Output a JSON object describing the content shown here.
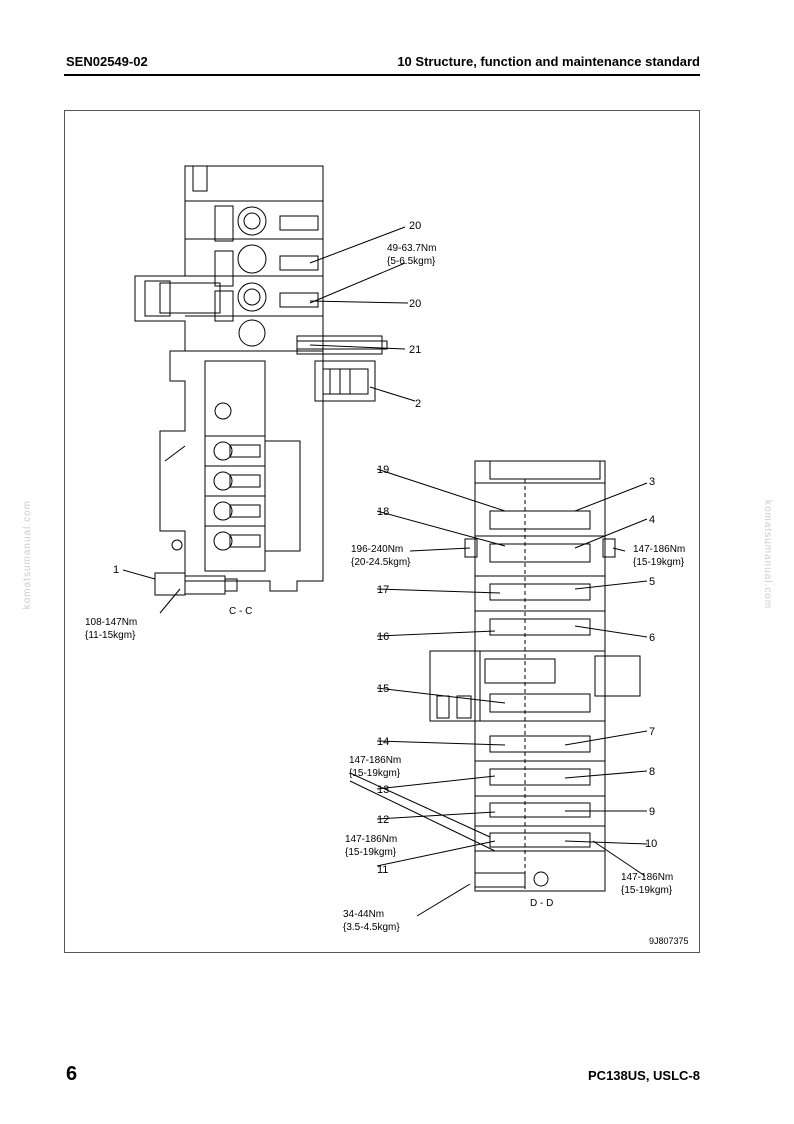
{
  "header": {
    "doc_code": "SEN02549-02",
    "section_title": "10 Structure, function and maintenance standard"
  },
  "footer": {
    "page_number": "6",
    "model": "PC138US, USLC-8"
  },
  "watermark": "komatsumanual.com",
  "figure": {
    "id": "9J807375",
    "section_cc": "C - C",
    "section_dd": "D - D",
    "callouts": {
      "c1": "1",
      "c2": "2",
      "c3": "3",
      "c4": "4",
      "c5": "5",
      "c6": "6",
      "c7": "7",
      "c8": "8",
      "c9": "9",
      "c10": "10",
      "c11": "11",
      "c12": "12",
      "c13": "13",
      "c14": "14",
      "c15": "15",
      "c16": "16",
      "c17": "17",
      "c18": "18",
      "c19": "19",
      "c20a": "20",
      "c20b": "20",
      "c21": "21"
    },
    "torques": {
      "t_49": {
        "nm": "49-63.7Nm",
        "kgm": "{5-6.5kgm}"
      },
      "t_108": {
        "nm": "108-147Nm",
        "kgm": "{11-15kgm}"
      },
      "t_196": {
        "nm": "196-240Nm",
        "kgm": "{20-24.5kgm}"
      },
      "t_147a": {
        "nm": "147-186Nm",
        "kgm": "{15-19kgm}"
      },
      "t_147b": {
        "nm": "147-186Nm",
        "kgm": "{15-19kgm}"
      },
      "t_147c": {
        "nm": "147-186Nm",
        "kgm": "{15-19kgm}"
      },
      "t_147d": {
        "nm": "147-186Nm",
        "kgm": "{15-19kgm}"
      },
      "t_34": {
        "nm": "34-44Nm",
        "kgm": "{3.5-4.5kgm}"
      }
    }
  }
}
